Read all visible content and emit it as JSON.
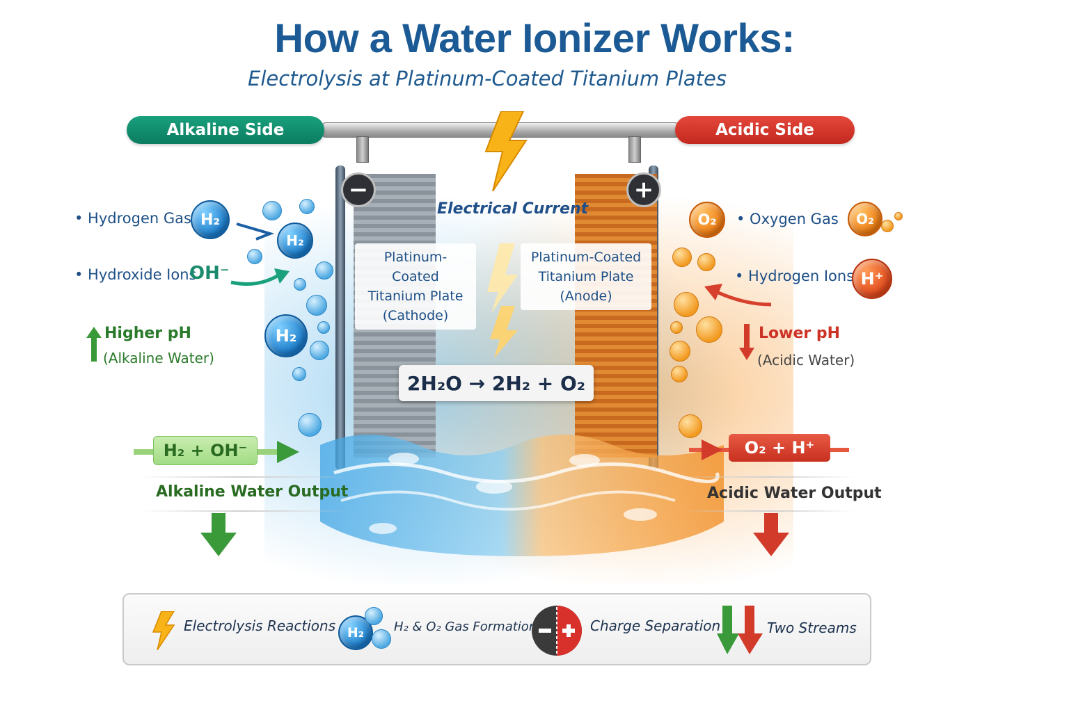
{
  "header": {
    "title": "How a Water Ionizer Works:",
    "subtitle": "Electrolysis at Platinum-Coated Titanium Plates"
  },
  "sides": {
    "alkaline": "Alkaline Side",
    "acidic": "Acidic Side"
  },
  "cell": {
    "current_label": "Electrical Current",
    "cathode_sign": "−",
    "anode_sign": "+",
    "cathode_label": [
      "Platinum-Coated",
      "Titanium Plate",
      "(Cathode)"
    ],
    "anode_label": [
      "Platinum-Coated",
      "Titanium Plate",
      "(Anode)"
    ],
    "equation": "2H₂O → 2H₂ + O₂"
  },
  "alkaline": {
    "item1": "• Hydrogen Gas",
    "item2": "• Hydroxide Ions",
    "ion_oh": "OH⁻",
    "ph_title": "Higher pH",
    "ph_sub": "(Alkaline Water)",
    "output_formula": "H₂ + OH⁻",
    "output_label": "Alkaline Water Output",
    "h2_mark": "H₂"
  },
  "acidic": {
    "item1": "• Oxygen Gas",
    "item2": "• Hydrogen Ions",
    "ion_h": "H⁺",
    "ph_title": "Lower pH",
    "ph_sub": "(Acidic Water)",
    "output_formula": "O₂ + H⁺",
    "output_label": "Acidic Water Output",
    "o2_mark": "O₂"
  },
  "legend": {
    "item1": "Electrolysis Reactions",
    "item2": "H₂ & O₂ Gas Formation",
    "item3": "Charge Separation",
    "item4": "Two Streams",
    "icons": [
      "lightning-icon",
      "gas-bubbles-icon",
      "charge-icon",
      "two-arrows-icon"
    ]
  },
  "colors": {
    "alkaline_green": "#0b7c60",
    "acidic_red": "#c3281f",
    "title_blue": "#1b5a94",
    "h2_blue": "#1879c9",
    "o2_orange": "#ee7a10"
  }
}
